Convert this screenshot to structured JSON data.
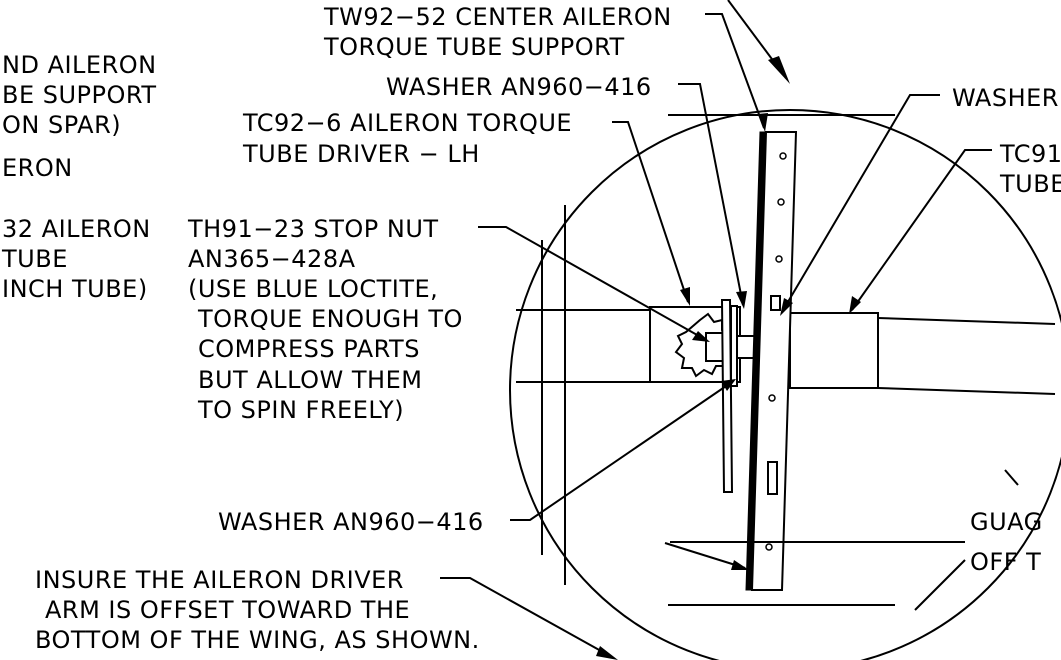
{
  "labels": {
    "center_support_1": "TW92−52 CENTER AILERON",
    "center_support_2": "TORQUE TUBE SUPPORT",
    "washer_top": "WASHER AN960−416",
    "driver_1": "TC92−6 AILERON TORQUE",
    "driver_2": "TUBE DRIVER − LH",
    "stop_nut_1": "TH91−23 STOP NUT",
    "stop_nut_2": "AN365−428A",
    "stop_nut_3": "(USE BLUE LOCTITE,",
    "stop_nut_4": "TORQUE ENOUGH TO",
    "stop_nut_5": "COMPRESS PARTS",
    "stop_nut_6": "BUT ALLOW THEM",
    "stop_nut_7": "TO SPIN FREELY)",
    "washer_bottom": "WASHER AN960−416",
    "insure_1": "INSURE THE AILERON DRIVER",
    "insure_2": "ARM IS OFFSET TOWARD THE",
    "insure_3": "BOTTOM OF THE WING, AS SHOWN.",
    "left_1": "ND AILERON",
    "left_2": "BE SUPPORT",
    "left_3": "ON SPAR)",
    "left_4": "ERON",
    "left_5": "32 AILERON",
    "left_6": "TUBE",
    "left_7": "INCH TUBE)",
    "right_washer": "WASHER",
    "right_tc_1": "TC91",
    "right_tc_2": "TUBE",
    "right_guage_1": "GUAG",
    "right_guage_2": "OFF T"
  }
}
